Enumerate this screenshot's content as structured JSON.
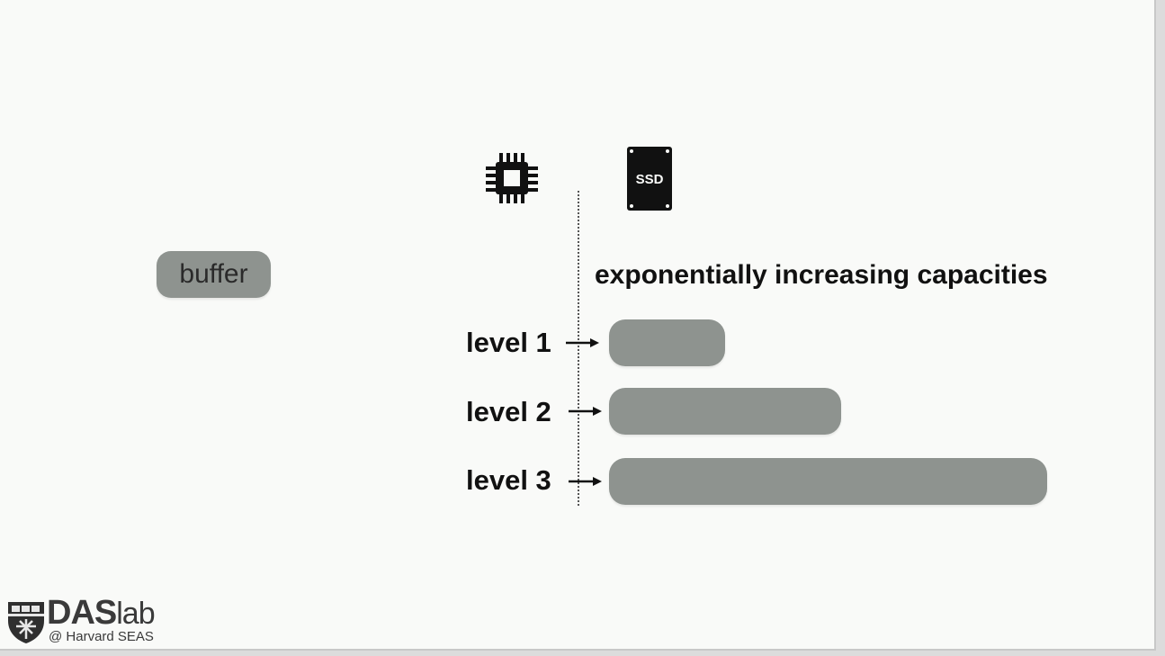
{
  "slide": {
    "buffer_label": "buffer",
    "heading": "exponentially increasing capacities",
    "levels": [
      {
        "label": "level 1"
      },
      {
        "label": "level 2"
      },
      {
        "label": "level 3"
      }
    ],
    "icons": {
      "memory": "cpu-chip-icon",
      "storage": "ssd-icon",
      "ssd_text": "SSD"
    },
    "colors": {
      "background": "#f9faf8",
      "bar": "#8e938f",
      "text": "#111111"
    }
  },
  "logo": {
    "name": "DAS",
    "name_suffix": "lab",
    "subtitle": "@ Harvard SEAS"
  }
}
